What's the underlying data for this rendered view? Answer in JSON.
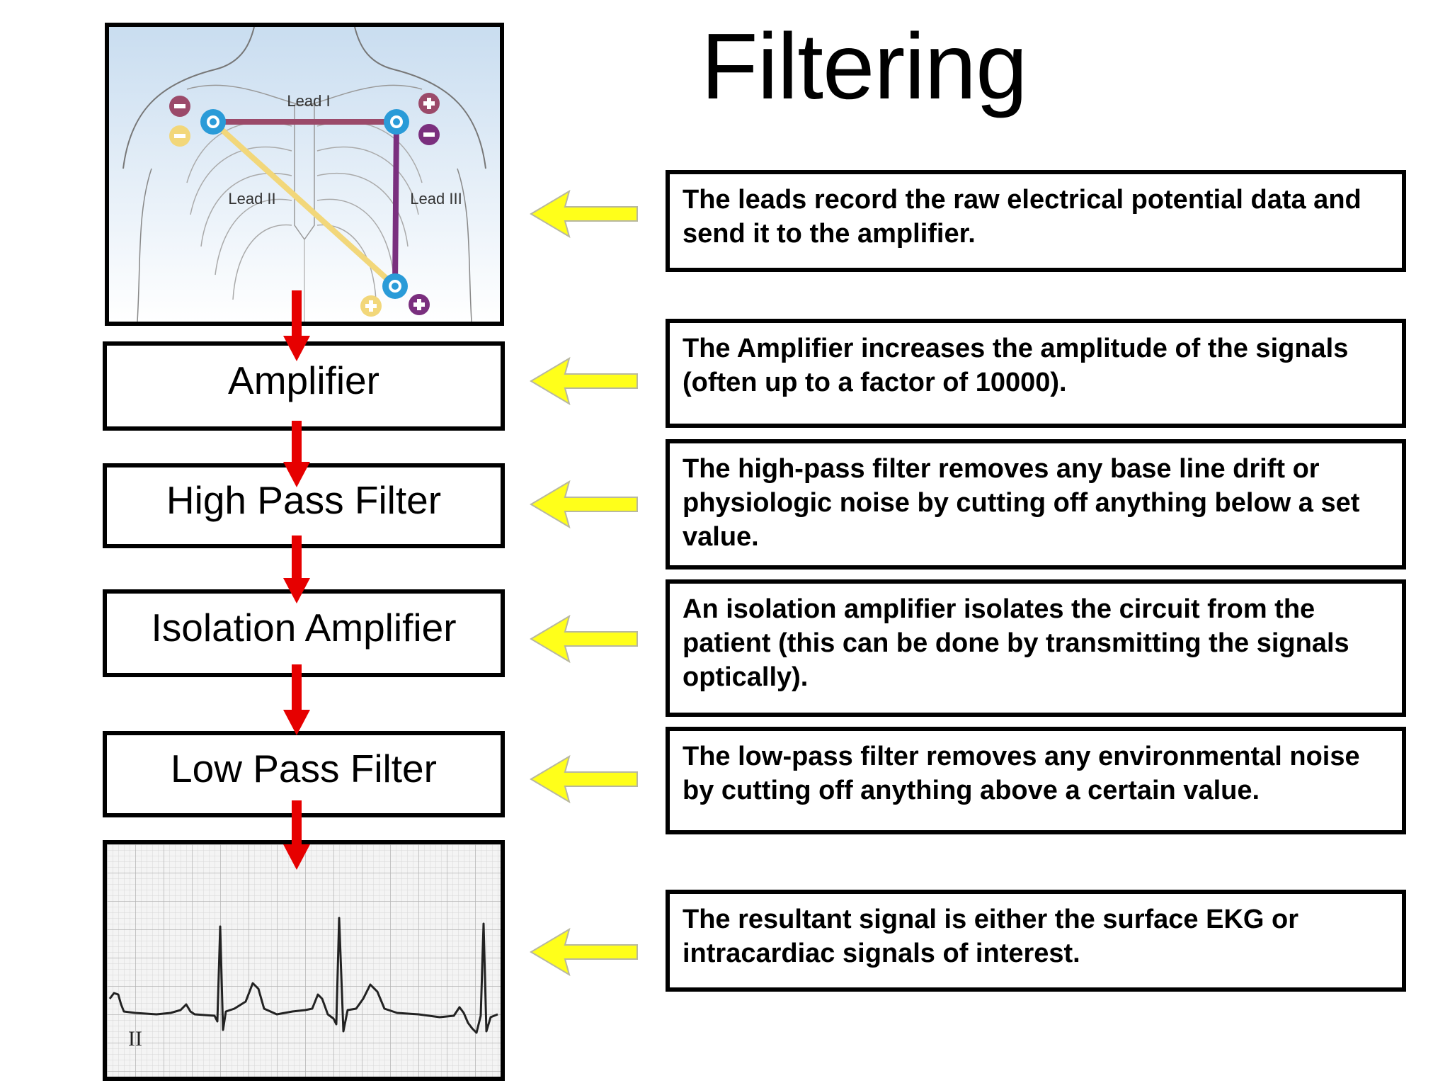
{
  "title": "Filtering",
  "torso_diagram": {
    "lead_labels": [
      "Lead I",
      "Lead II",
      "Lead III"
    ]
  },
  "stages": [
    {
      "label": "Amplifier"
    },
    {
      "label": "High Pass Filter"
    },
    {
      "label": "Isolation Amplifier"
    },
    {
      "label": "Low Pass Filter"
    }
  ],
  "ekg_strip": {
    "lead_label": "II"
  },
  "descriptions": [
    "The leads record the raw electrical potential data and send it to the amplifier.",
    "The Amplifier increases the amplitude of the signals (often up to a factor of 10000).",
    "The high-pass filter removes any base line drift or physiologic noise by cutting off anything below a set value.",
    "An isolation amplifier isolates the circuit from the patient (this can be done by transmitting the signals optically).",
    "The low-pass filter removes any environmental noise by cutting off anything above a certain value.",
    "The resultant signal is either the surface EKG or intracardiac signals of interest."
  ],
  "colors": {
    "flow_arrow": "#e60000",
    "pointer_arrow": "#ffff1a",
    "lead_I": "#9b4a6a",
    "lead_II": "#f2d77a",
    "lead_III": "#7a2f7e",
    "electrode": "#2a9bd8"
  }
}
